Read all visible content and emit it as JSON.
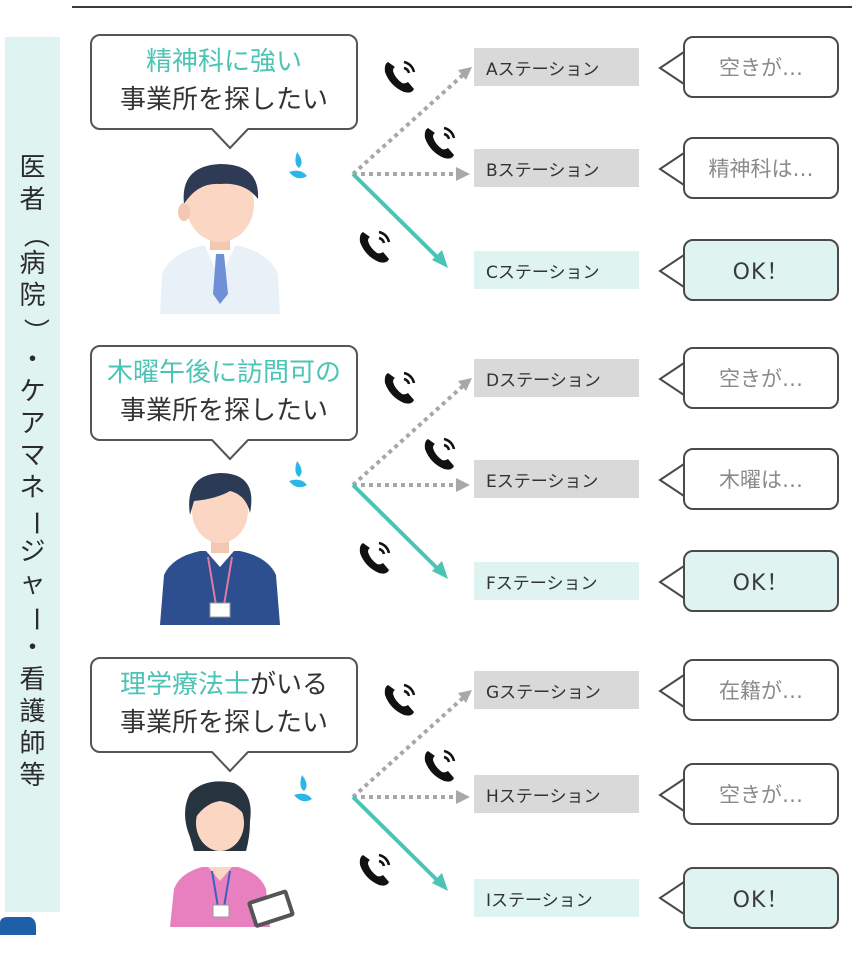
{
  "side_label": [
    "医",
    "者",
    "（",
    "病",
    "院",
    "）",
    "・",
    "ケ",
    "ア",
    "マ",
    "ネ",
    "ー",
    "ジ",
    "ャ",
    "ー",
    "・",
    "看",
    "護",
    "師",
    "等"
  ],
  "sections": [
    {
      "requester": "doctor",
      "bubble": {
        "highlight": "精神科に強い",
        "rest_line1": "",
        "line2": "事業所を探したい"
      },
      "stations": [
        {
          "label": "Aステーション",
          "reply": "空きが…",
          "status": "declined"
        },
        {
          "label": "Bステーション",
          "reply": "精神科は…",
          "status": "declined"
        },
        {
          "label": "Cステーション",
          "reply": "OK！",
          "status": "accepted"
        }
      ]
    },
    {
      "requester": "care-manager",
      "bubble": {
        "highlight": "木曜午後に訪問可の",
        "rest_line1": "",
        "line2": "事業所を探したい"
      },
      "stations": [
        {
          "label": "Dステーション",
          "reply": "空きが…",
          "status": "declined"
        },
        {
          "label": "Eステーション",
          "reply": "木曜は…",
          "status": "declined"
        },
        {
          "label": "Fステーション",
          "reply": "OK！",
          "status": "accepted"
        }
      ]
    },
    {
      "requester": "nurse",
      "bubble": {
        "highlight": "理学療法士",
        "rest_line1": "がいる",
        "line2": "事業所を探したい"
      },
      "stations": [
        {
          "label": "Gステーション",
          "reply": "在籍が…",
          "status": "declined"
        },
        {
          "label": "Hステーション",
          "reply": "空きが…",
          "status": "declined"
        },
        {
          "label": "Iステーション",
          "reply": "OK！",
          "status": "accepted"
        }
      ]
    }
  ],
  "colors": {
    "accent_teal": "#4cc4b5",
    "teal_fill": "#dff3f1",
    "grey_fill": "#d9d9d9",
    "dotted_arrow": "#a8a8a8",
    "sweat_blue": "#29b6e8"
  },
  "icons": [
    "phone-icon",
    "sweat-drop-icon",
    "doctor-avatar",
    "care-manager-avatar",
    "nurse-avatar"
  ]
}
